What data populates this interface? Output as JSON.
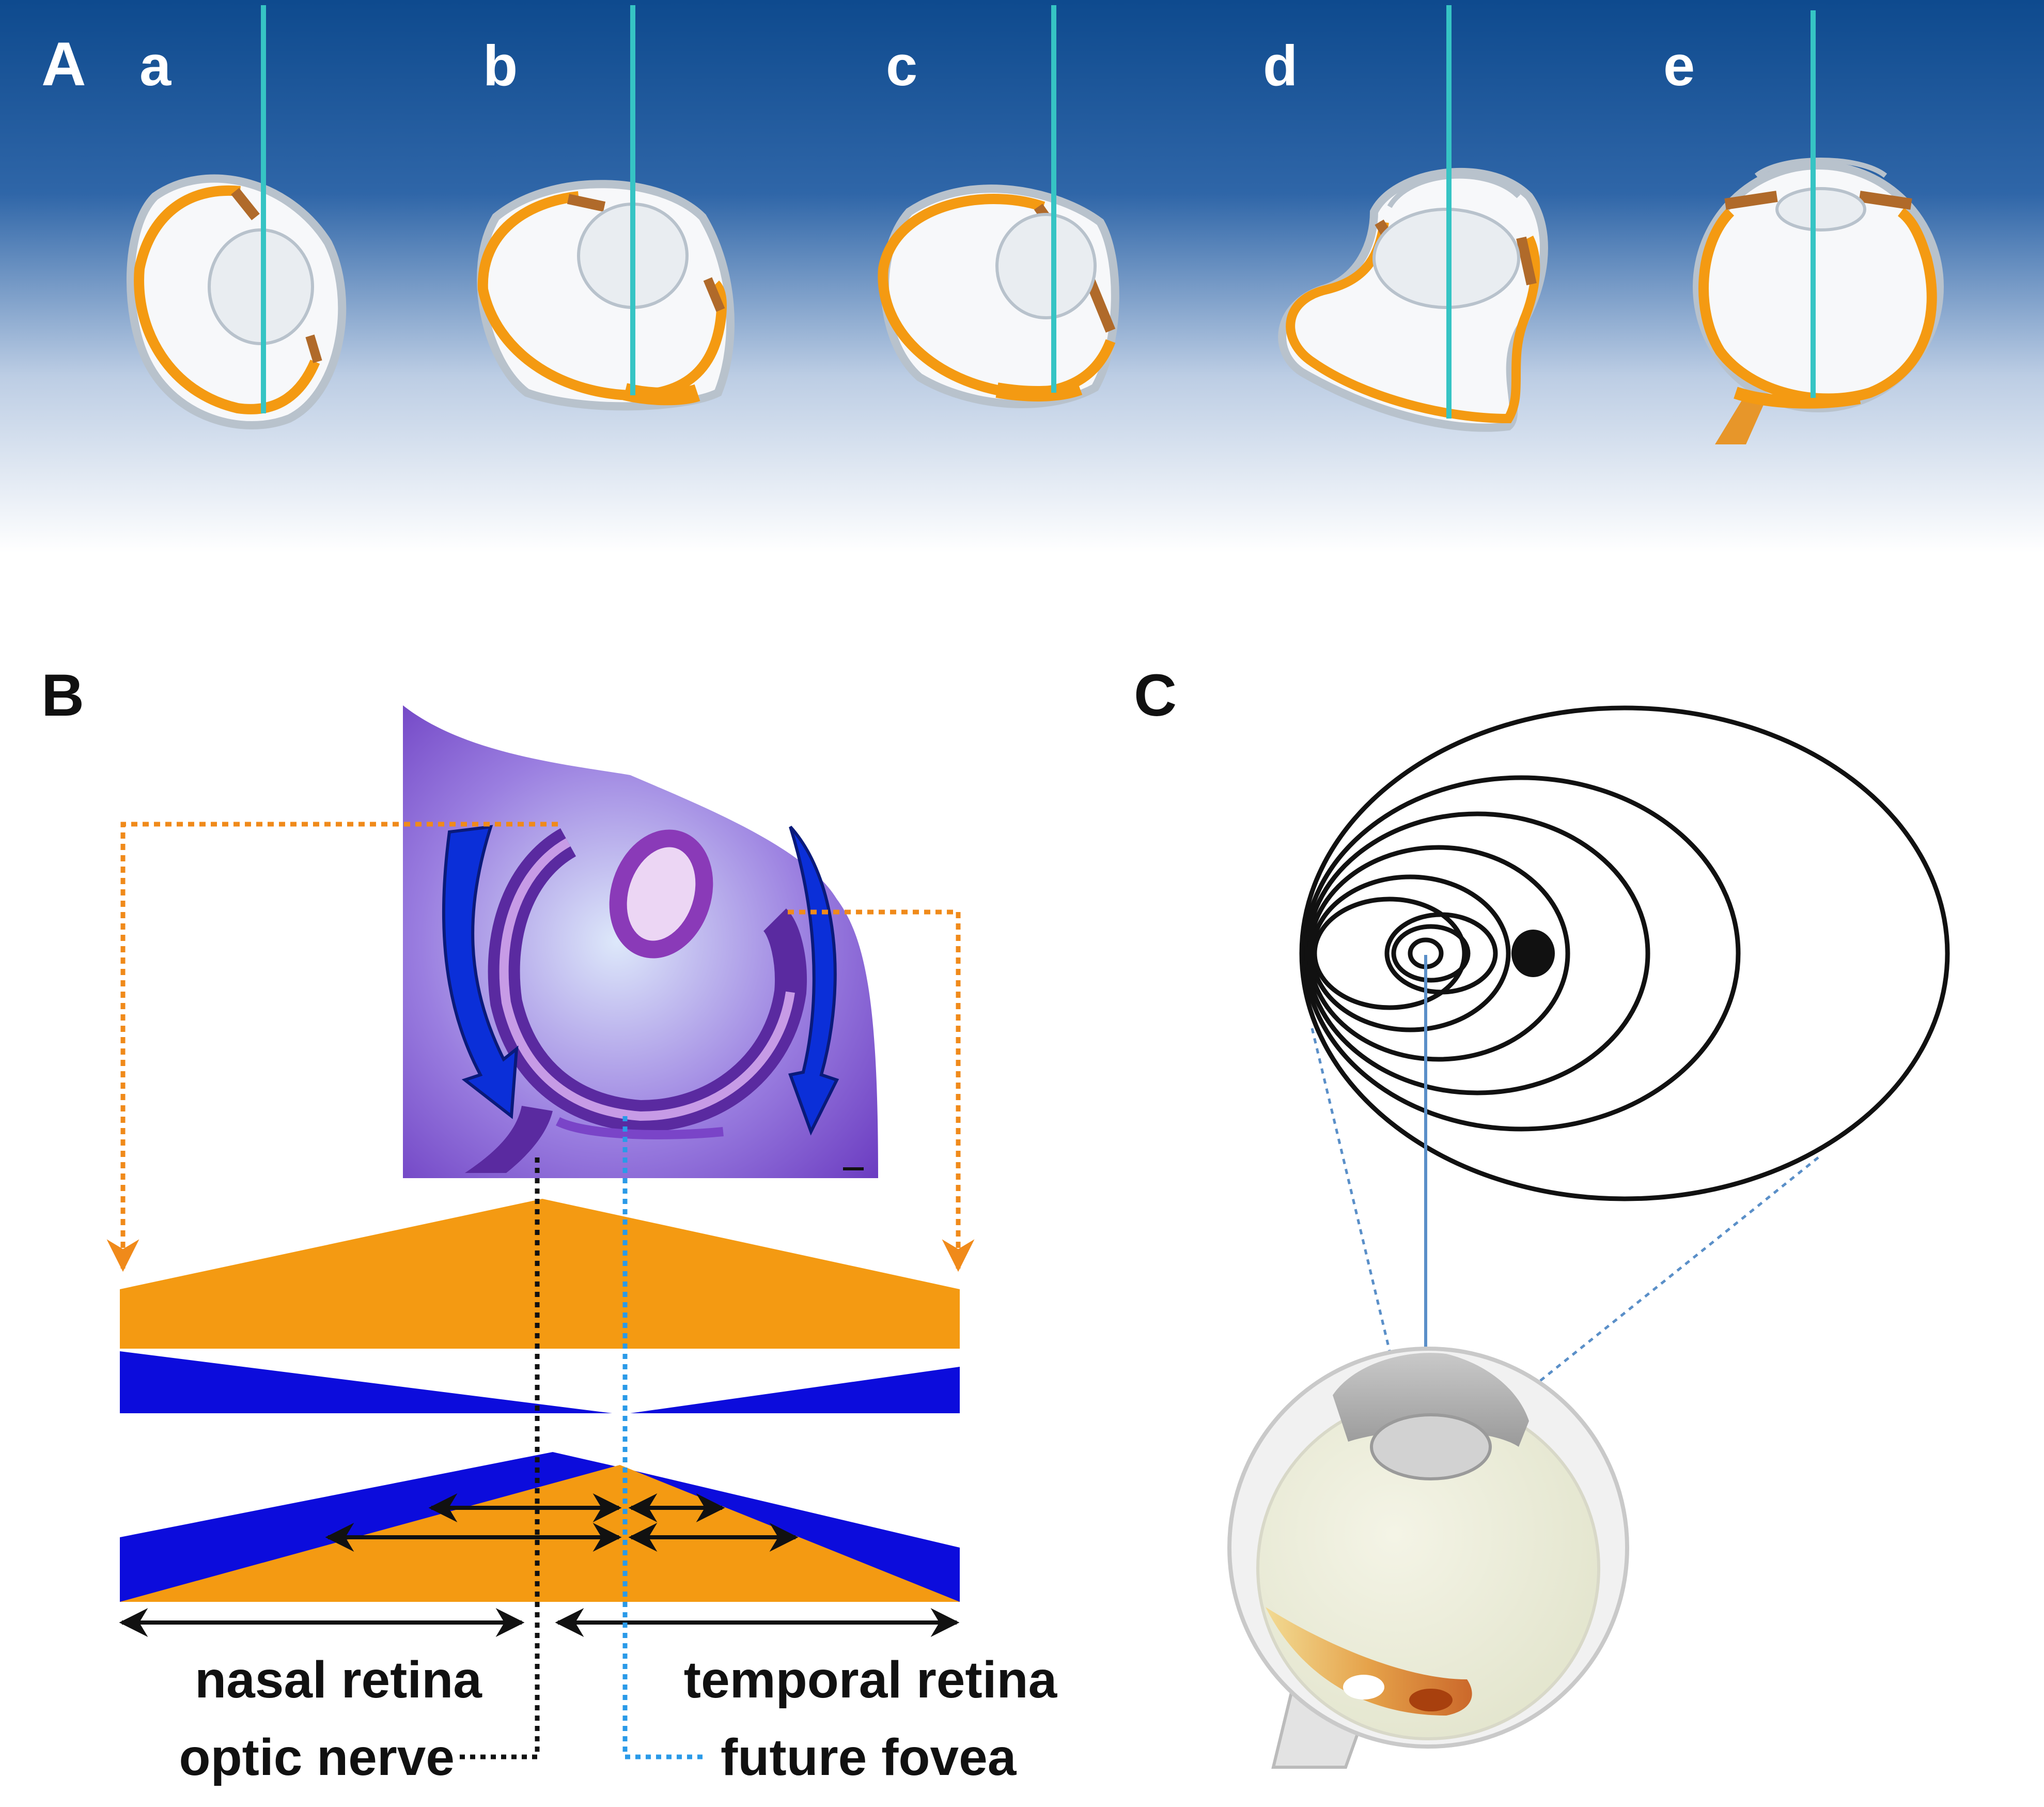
{
  "panels": {
    "A": {
      "label": "A",
      "stages": [
        "a",
        "b",
        "c",
        "d",
        "e"
      ]
    },
    "B": {
      "label": "B",
      "nasal_label": "nasal retina",
      "temporal_label": "temporal retina",
      "optic_label": "optic nerve",
      "fovea_label": "future fovea"
    },
    "C": {
      "label": "C"
    }
  },
  "colors": {
    "banner_top": "#0e4a8e",
    "axis_line": "#36c4c4",
    "retina_orange": "#f49a12",
    "wedge_blue": "#0c0cdc",
    "dotted_orange": "#f08a1a",
    "dotted_blue": "#2a9ae8",
    "outline_black": "#111111",
    "stain_purple": "#7a44c8"
  },
  "icons": {
    "fold_arrow": "curved-arrow-icon",
    "double_arrow": "double-headed-arrow-icon"
  }
}
